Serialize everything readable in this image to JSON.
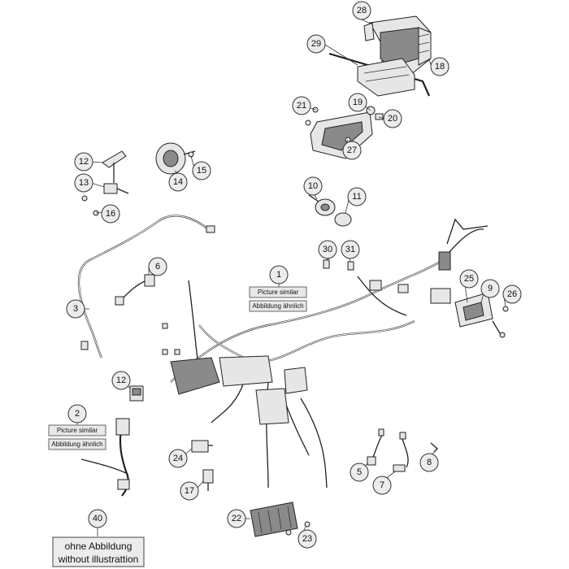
{
  "callouts": {
    "c1": "1",
    "c2": "2",
    "c3": "3",
    "c5": "5",
    "c6": "6",
    "c7": "7",
    "c8": "8",
    "c9": "9",
    "c10": "10",
    "c11": "11",
    "c12a": "12",
    "c12b": "12",
    "c13": "13",
    "c14": "14",
    "c15": "15",
    "c16": "16",
    "c17": "17",
    "c18": "18",
    "c19": "19",
    "c20": "20",
    "c21": "21",
    "c22": "22",
    "c23": "23",
    "c24": "24",
    "c25": "25",
    "c26": "26",
    "c27": "27",
    "c28": "28",
    "c29": "29",
    "c30": "30",
    "c31": "31",
    "c40": "40"
  },
  "notes": {
    "picture_similar": "Picture similar",
    "abbildung_aehnlich": "Abbildung ähnlich"
  },
  "no_illustration": {
    "line1": "ohne Abbildung",
    "line2": "without illustrattion"
  }
}
